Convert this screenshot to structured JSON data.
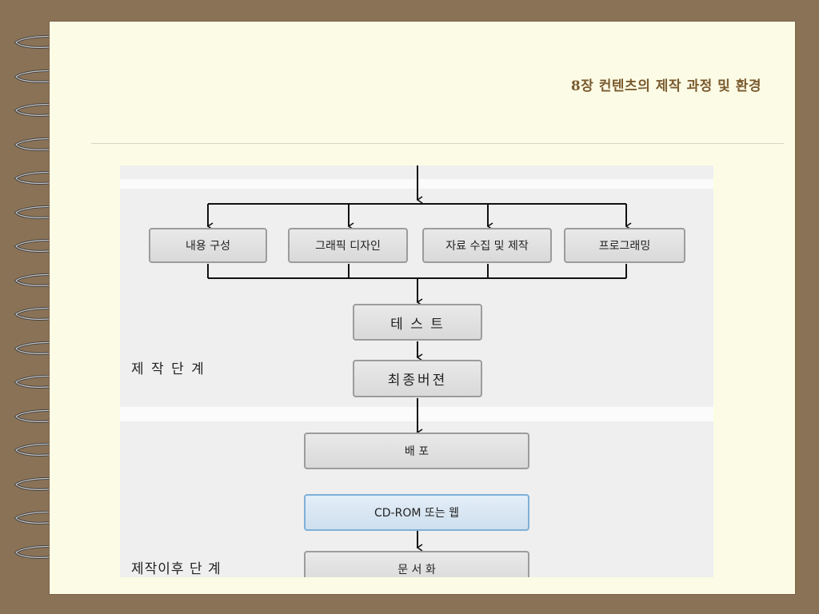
{
  "slide": {
    "title": "8장 컨텐츠의 제작 과정 및 환경"
  },
  "diagram": {
    "production_stage_label": "제 작   단 계",
    "post_production_stage_label": "제작이후   단 계",
    "production_branches": [
      "내용 구성",
      "그래픽 디자인",
      "자료 수집 및 제작",
      "프로그래밍"
    ],
    "test": "테 스 트",
    "final_version": "최종버젼",
    "distribution": "배 포",
    "medium": "CD-ROM 또는 웹",
    "documentation": "문 서 화"
  },
  "colors": {
    "background": "#8a7257",
    "page": "#fcfce6",
    "title": "#7a5a2e",
    "highlight_border": "#7fb0d8"
  }
}
